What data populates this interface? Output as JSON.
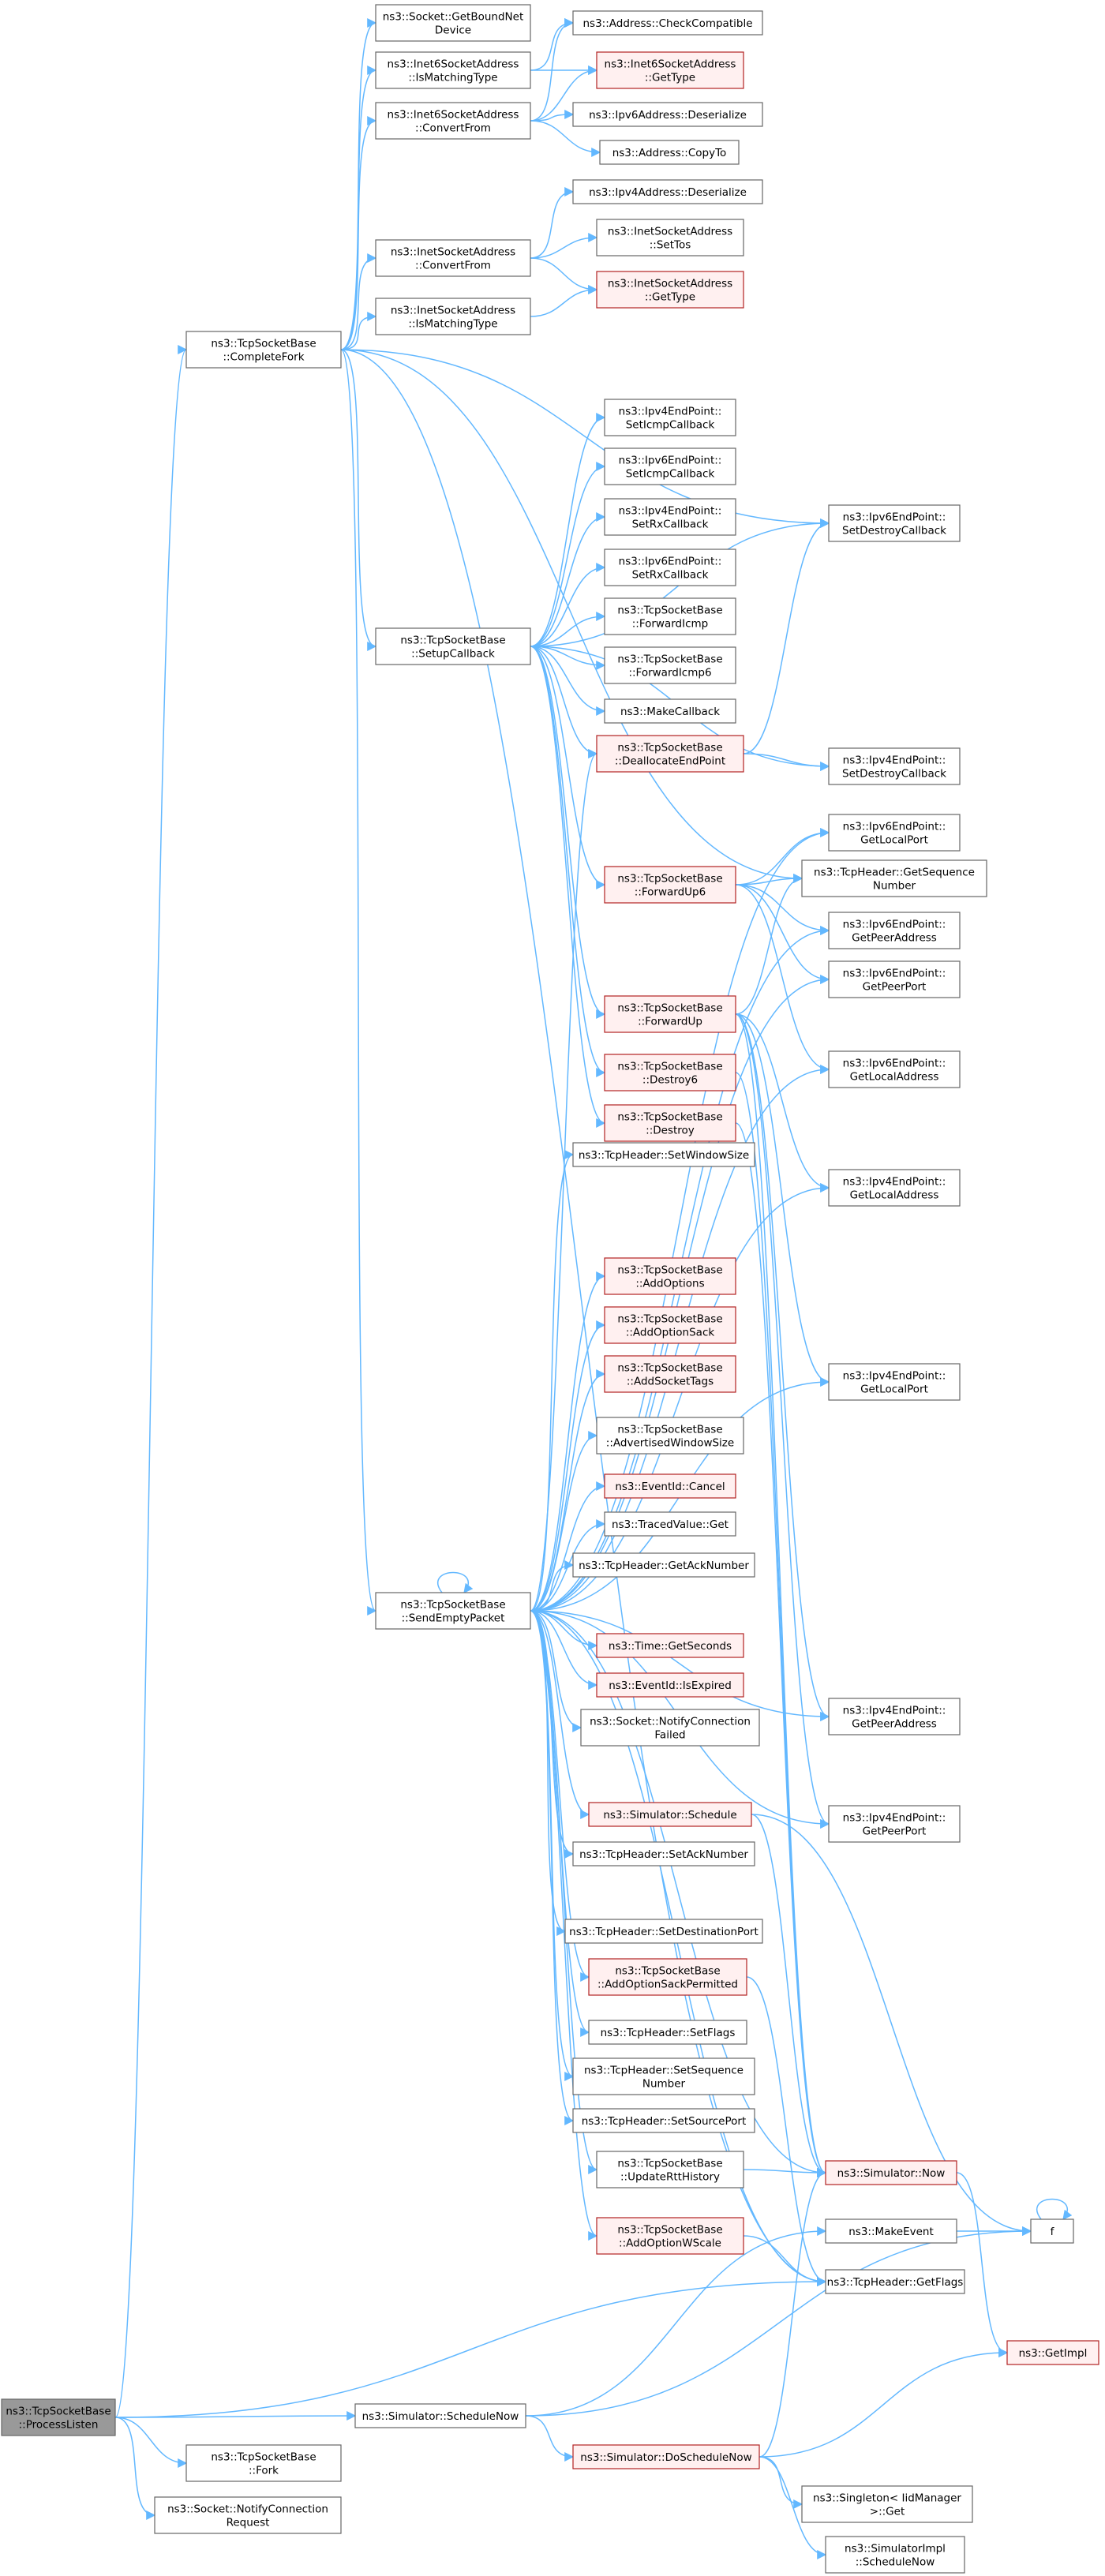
{
  "diagram": {
    "nodes": [
      {
        "id": "processListen",
        "lines": [
          "ns3::TcpSocketBase",
          "::ProcessListen"
        ],
        "style": "root",
        "interactable": true
      },
      {
        "id": "completeFork",
        "lines": [
          "ns3::TcpSocketBase",
          "::CompleteFork"
        ],
        "style": "normal",
        "interactable": true
      },
      {
        "id": "getBoundNetDevice",
        "lines": [
          "ns3::Socket::GetBoundNet",
          "Device"
        ],
        "style": "normal",
        "interactable": true
      },
      {
        "id": "inet6IsMatching",
        "lines": [
          "ns3::Inet6SocketAddress",
          "::IsMatchingType"
        ],
        "style": "normal",
        "interactable": true
      },
      {
        "id": "inet6ConvertFrom",
        "lines": [
          "ns3::Inet6SocketAddress",
          "::ConvertFrom"
        ],
        "style": "normal",
        "interactable": true
      },
      {
        "id": "inetConvertFrom",
        "lines": [
          "ns3::InetSocketAddress",
          "::ConvertFrom"
        ],
        "style": "normal",
        "interactable": true
      },
      {
        "id": "inetIsMatching",
        "lines": [
          "ns3::InetSocketAddress",
          "::IsMatchingType"
        ],
        "style": "normal",
        "interactable": true
      },
      {
        "id": "checkCompatible",
        "lines": [
          "ns3::Address::CheckCompatible"
        ],
        "style": "normal",
        "interactable": true
      },
      {
        "id": "inet6GetType",
        "lines": [
          "ns3::Inet6SocketAddress",
          "::GetType"
        ],
        "style": "red",
        "interactable": true
      },
      {
        "id": "ipv6Deserialize",
        "lines": [
          "ns3::Ipv6Address::Deserialize"
        ],
        "style": "normal",
        "interactable": true
      },
      {
        "id": "addressCopyTo",
        "lines": [
          "ns3::Address::CopyTo"
        ],
        "style": "normal",
        "interactable": true
      },
      {
        "id": "ipv4Deserialize",
        "lines": [
          "ns3::Ipv4Address::Deserialize"
        ],
        "style": "normal",
        "interactable": true
      },
      {
        "id": "inetSetTos",
        "lines": [
          "ns3::InetSocketAddress",
          "::SetTos"
        ],
        "style": "normal",
        "interactable": true
      },
      {
        "id": "inetGetType",
        "lines": [
          "ns3::InetSocketAddress",
          "::GetType"
        ],
        "style": "red",
        "interactable": true
      },
      {
        "id": "setupCallback",
        "lines": [
          "ns3::TcpSocketBase",
          "::SetupCallback"
        ],
        "style": "normal",
        "interactable": true
      },
      {
        "id": "ipv4SetIcmp",
        "lines": [
          "ns3::Ipv4EndPoint::",
          "SetIcmpCallback"
        ],
        "style": "normal",
        "interactable": true
      },
      {
        "id": "ipv6SetIcmp",
        "lines": [
          "ns3::Ipv6EndPoint::",
          "SetIcmpCallback"
        ],
        "style": "normal",
        "interactable": true
      },
      {
        "id": "ipv4SetRx",
        "lines": [
          "ns3::Ipv4EndPoint::",
          "SetRxCallback"
        ],
        "style": "normal",
        "interactable": true
      },
      {
        "id": "ipv6SetRx",
        "lines": [
          "ns3::Ipv6EndPoint::",
          "SetRxCallback"
        ],
        "style": "normal",
        "interactable": true
      },
      {
        "id": "forwardIcmp",
        "lines": [
          "ns3::TcpSocketBase",
          "::ForwardIcmp"
        ],
        "style": "normal",
        "interactable": true
      },
      {
        "id": "forwardIcmp6",
        "lines": [
          "ns3::TcpSocketBase",
          "::ForwardIcmp6"
        ],
        "style": "normal",
        "interactable": true
      },
      {
        "id": "makeCallback",
        "lines": [
          "ns3::MakeCallback"
        ],
        "style": "normal",
        "interactable": true
      },
      {
        "id": "deallocateEndPoint",
        "lines": [
          "ns3::TcpSocketBase",
          "::DeallocateEndPoint"
        ],
        "style": "red",
        "interactable": true
      },
      {
        "id": "forwardUp6",
        "lines": [
          "ns3::TcpSocketBase",
          "::ForwardUp6"
        ],
        "style": "red",
        "interactable": true
      },
      {
        "id": "forwardUp",
        "lines": [
          "ns3::TcpSocketBase",
          "::ForwardUp"
        ],
        "style": "red",
        "interactable": true
      },
      {
        "id": "destroy6",
        "lines": [
          "ns3::TcpSocketBase",
          "::Destroy6"
        ],
        "style": "red",
        "interactable": true
      },
      {
        "id": "destroy",
        "lines": [
          "ns3::TcpSocketBase",
          "::Destroy"
        ],
        "style": "red",
        "interactable": true
      },
      {
        "id": "ipv6SetDestroy",
        "lines": [
          "ns3::Ipv6EndPoint::",
          "SetDestroyCallback"
        ],
        "style": "normal",
        "interactable": true
      },
      {
        "id": "ipv4SetDestroy",
        "lines": [
          "ns3::Ipv4EndPoint::",
          "SetDestroyCallback"
        ],
        "style": "normal",
        "interactable": true
      },
      {
        "id": "ipv6GetLocalPort",
        "lines": [
          "ns3::Ipv6EndPoint::",
          "GetLocalPort"
        ],
        "style": "normal",
        "interactable": true
      },
      {
        "id": "tcpGetSequence",
        "lines": [
          "ns3::TcpHeader::GetSequence",
          "Number"
        ],
        "style": "normal",
        "interactable": true
      },
      {
        "id": "ipv6GetPeerAddress",
        "lines": [
          "ns3::Ipv6EndPoint::",
          "GetPeerAddress"
        ],
        "style": "normal",
        "interactable": true
      },
      {
        "id": "ipv6GetPeerPort",
        "lines": [
          "ns3::Ipv6EndPoint::",
          "GetPeerPort"
        ],
        "style": "normal",
        "interactable": true
      },
      {
        "id": "ipv6GetLocalAddress",
        "lines": [
          "ns3::Ipv6EndPoint::",
          "GetLocalAddress"
        ],
        "style": "normal",
        "interactable": true
      },
      {
        "id": "ipv4GetLocalAddress",
        "lines": [
          "ns3::Ipv4EndPoint::",
          "GetLocalAddress"
        ],
        "style": "normal",
        "interactable": true
      },
      {
        "id": "ipv4GetLocalPort",
        "lines": [
          "ns3::Ipv4EndPoint::",
          "GetLocalPort"
        ],
        "style": "normal",
        "interactable": true
      },
      {
        "id": "ipv4GetPeerAddress",
        "lines": [
          "ns3::Ipv4EndPoint::",
          "GetPeerAddress"
        ],
        "style": "normal",
        "interactable": true
      },
      {
        "id": "ipv4GetPeerPort",
        "lines": [
          "ns3::Ipv4EndPoint::",
          "GetPeerPort"
        ],
        "style": "normal",
        "interactable": true
      },
      {
        "id": "setWindowSize",
        "lines": [
          "ns3::TcpHeader::SetWindowSize"
        ],
        "style": "normal",
        "interactable": true
      },
      {
        "id": "addOptions",
        "lines": [
          "ns3::TcpSocketBase",
          "::AddOptions"
        ],
        "style": "red",
        "interactable": true
      },
      {
        "id": "addOptionSack",
        "lines": [
          "ns3::TcpSocketBase",
          "::AddOptionSack"
        ],
        "style": "red",
        "interactable": true
      },
      {
        "id": "addSocketTags",
        "lines": [
          "ns3::TcpSocketBase",
          "::AddSocketTags"
        ],
        "style": "red",
        "interactable": true
      },
      {
        "id": "advertisedWindowSize",
        "lines": [
          "ns3::TcpSocketBase",
          "::AdvertisedWindowSize"
        ],
        "style": "normal",
        "interactable": true
      },
      {
        "id": "eventCancel",
        "lines": [
          "ns3::EventId::Cancel"
        ],
        "style": "red",
        "interactable": true
      },
      {
        "id": "tracedGet",
        "lines": [
          "ns3::TracedValue::Get"
        ],
        "style": "normal",
        "interactable": true
      },
      {
        "id": "getAckNumber",
        "lines": [
          "ns3::TcpHeader::GetAckNumber"
        ],
        "style": "normal",
        "interactable": true
      },
      {
        "id": "sendEmptyPacket",
        "lines": [
          "ns3::TcpSocketBase",
          "::SendEmptyPacket"
        ],
        "style": "normal",
        "interactable": true
      },
      {
        "id": "timeGetSeconds",
        "lines": [
          "ns3::Time::GetSeconds"
        ],
        "style": "red",
        "interactable": true
      },
      {
        "id": "eventIsExpired",
        "lines": [
          "ns3::EventId::IsExpired"
        ],
        "style": "red",
        "interactable": true
      },
      {
        "id": "notifyConnFailed",
        "lines": [
          "ns3::Socket::NotifyConnection",
          "Failed"
        ],
        "style": "normal",
        "interactable": true
      },
      {
        "id": "simSchedule",
        "lines": [
          "ns3::Simulator::Schedule"
        ],
        "style": "red",
        "interactable": true
      },
      {
        "id": "setAckNumber",
        "lines": [
          "ns3::TcpHeader::SetAckNumber"
        ],
        "style": "normal",
        "interactable": true
      },
      {
        "id": "setDestPort",
        "lines": [
          "ns3::TcpHeader::SetDestinationPort"
        ],
        "style": "normal",
        "interactable": true
      },
      {
        "id": "addOptionSackPermitted",
        "lines": [
          "ns3::TcpSocketBase",
          "::AddOptionSackPermitted"
        ],
        "style": "red",
        "interactable": true
      },
      {
        "id": "setFlags",
        "lines": [
          "ns3::TcpHeader::SetFlags"
        ],
        "style": "normal",
        "interactable": true
      },
      {
        "id": "setSequence",
        "lines": [
          "ns3::TcpHeader::SetSequence",
          "Number"
        ],
        "style": "normal",
        "interactable": true
      },
      {
        "id": "setSourcePort",
        "lines": [
          "ns3::TcpHeader::SetSourcePort"
        ],
        "style": "normal",
        "interactable": true
      },
      {
        "id": "updateRttHistory",
        "lines": [
          "ns3::TcpSocketBase",
          "::UpdateRttHistory"
        ],
        "style": "normal",
        "interactable": true
      },
      {
        "id": "addOptionWScale",
        "lines": [
          "ns3::TcpSocketBase",
          "::AddOptionWScale"
        ],
        "style": "red",
        "interactable": true
      },
      {
        "id": "simNow",
        "lines": [
          "ns3::Simulator::Now"
        ],
        "style": "red",
        "interactable": true
      },
      {
        "id": "makeEvent",
        "lines": [
          "ns3::MakeEvent"
        ],
        "style": "normal",
        "interactable": true
      },
      {
        "id": "getFlags",
        "lines": [
          "ns3::TcpHeader::GetFlags"
        ],
        "style": "normal",
        "interactable": true
      },
      {
        "id": "f",
        "lines": [
          "f"
        ],
        "style": "normal",
        "interactable": true
      },
      {
        "id": "getImpl",
        "lines": [
          "ns3::GetImpl"
        ],
        "style": "red",
        "interactable": true
      },
      {
        "id": "scheduleNow",
        "lines": [
          "ns3::Simulator::ScheduleNow"
        ],
        "style": "normal",
        "interactable": true
      },
      {
        "id": "fork",
        "lines": [
          "ns3::TcpSocketBase",
          "::Fork"
        ],
        "style": "normal",
        "interactable": true
      },
      {
        "id": "notifyConnRequest",
        "lines": [
          "ns3::Socket::NotifyConnection",
          "Request"
        ],
        "style": "normal",
        "interactable": true
      },
      {
        "id": "doScheduleNow",
        "lines": [
          "ns3::Simulator::DoScheduleNow"
        ],
        "style": "red",
        "interactable": true
      },
      {
        "id": "singletonGet",
        "lines": [
          "ns3::Singleton< IidManager",
          ">::Get"
        ],
        "style": "normal",
        "interactable": true
      },
      {
        "id": "simImplScheduleNow",
        "lines": [
          "ns3::SimulatorImpl",
          "::ScheduleNow"
        ],
        "style": "normal",
        "interactable": true
      }
    ],
    "edges": [
      [
        "processListen",
        "completeFork"
      ],
      [
        "processListen",
        "scheduleNow"
      ],
      [
        "processListen",
        "fork"
      ],
      [
        "processListen",
        "notifyConnRequest"
      ],
      [
        "processListen",
        "getFlags"
      ],
      [
        "completeFork",
        "getBoundNetDevice"
      ],
      [
        "completeFork",
        "inet6IsMatching"
      ],
      [
        "completeFork",
        "inet6ConvertFrom"
      ],
      [
        "completeFork",
        "inetConvertFrom"
      ],
      [
        "completeFork",
        "inetIsMatching"
      ],
      [
        "completeFork",
        "setupCallback"
      ],
      [
        "completeFork",
        "sendEmptyPacket"
      ],
      [
        "completeFork",
        "ipv6SetDestroy"
      ],
      [
        "completeFork",
        "tcpGetSequence"
      ],
      [
        "completeFork",
        "getFlags"
      ],
      [
        "inet6IsMatching",
        "checkCompatible"
      ],
      [
        "inet6IsMatching",
        "inet6GetType"
      ],
      [
        "inet6ConvertFrom",
        "checkCompatible"
      ],
      [
        "inet6ConvertFrom",
        "inet6GetType"
      ],
      [
        "inet6ConvertFrom",
        "ipv6Deserialize"
      ],
      [
        "inet6ConvertFrom",
        "addressCopyTo"
      ],
      [
        "inetConvertFrom",
        "ipv4Deserialize"
      ],
      [
        "inetConvertFrom",
        "inetSetTos"
      ],
      [
        "inetConvertFrom",
        "inetGetType"
      ],
      [
        "inetIsMatching",
        "inetGetType"
      ],
      [
        "setupCallback",
        "ipv4SetIcmp"
      ],
      [
        "setupCallback",
        "ipv6SetIcmp"
      ],
      [
        "setupCallback",
        "ipv4SetRx"
      ],
      [
        "setupCallback",
        "ipv6SetRx"
      ],
      [
        "setupCallback",
        "forwardIcmp"
      ],
      [
        "setupCallback",
        "forwardIcmp6"
      ],
      [
        "setupCallback",
        "makeCallback"
      ],
      [
        "setupCallback",
        "deallocateEndPoint"
      ],
      [
        "setupCallback",
        "forwardUp6"
      ],
      [
        "setupCallback",
        "forwardUp"
      ],
      [
        "setupCallback",
        "destroy6"
      ],
      [
        "setupCallback",
        "destroy"
      ],
      [
        "setupCallback",
        "ipv6SetDestroy"
      ],
      [
        "setupCallback",
        "ipv4SetDestroy"
      ],
      [
        "deallocateEndPoint",
        "ipv6SetDestroy"
      ],
      [
        "deallocateEndPoint",
        "ipv4SetDestroy"
      ],
      [
        "forwardUp6",
        "ipv6GetLocalPort"
      ],
      [
        "forwardUp6",
        "tcpGetSequence"
      ],
      [
        "forwardUp6",
        "ipv6GetPeerAddress"
      ],
      [
        "forwardUp6",
        "ipv6GetPeerPort"
      ],
      [
        "forwardUp6",
        "ipv6GetLocalAddress"
      ],
      [
        "forwardUp",
        "tcpGetSequence"
      ],
      [
        "forwardUp",
        "ipv4GetLocalAddress"
      ],
      [
        "forwardUp",
        "ipv4GetLocalPort"
      ],
      [
        "forwardUp",
        "ipv4GetPeerAddress"
      ],
      [
        "forwardUp",
        "ipv4GetPeerPort"
      ],
      [
        "forwardUp",
        "simNow"
      ],
      [
        "destroy6",
        "simNow"
      ],
      [
        "destroy",
        "simNow"
      ],
      [
        "sendEmptyPacket",
        "sendEmptyPacket"
      ],
      [
        "sendEmptyPacket",
        "deallocateEndPoint"
      ],
      [
        "sendEmptyPacket",
        "ipv6GetLocalPort"
      ],
      [
        "sendEmptyPacket",
        "ipv6GetPeerAddress"
      ],
      [
        "sendEmptyPacket",
        "ipv6GetPeerPort"
      ],
      [
        "sendEmptyPacket",
        "ipv6GetLocalAddress"
      ],
      [
        "sendEmptyPacket",
        "ipv4GetLocalAddress"
      ],
      [
        "sendEmptyPacket",
        "ipv4GetLocalPort"
      ],
      [
        "sendEmptyPacket",
        "ipv4GetPeerAddress"
      ],
      [
        "sendEmptyPacket",
        "ipv4GetPeerPort"
      ],
      [
        "sendEmptyPacket",
        "setWindowSize"
      ],
      [
        "sendEmptyPacket",
        "addOptions"
      ],
      [
        "sendEmptyPacket",
        "addOptionSack"
      ],
      [
        "sendEmptyPacket",
        "addSocketTags"
      ],
      [
        "sendEmptyPacket",
        "advertisedWindowSize"
      ],
      [
        "sendEmptyPacket",
        "eventCancel"
      ],
      [
        "sendEmptyPacket",
        "tracedGet"
      ],
      [
        "sendEmptyPacket",
        "getAckNumber"
      ],
      [
        "sendEmptyPacket",
        "timeGetSeconds"
      ],
      [
        "sendEmptyPacket",
        "eventIsExpired"
      ],
      [
        "sendEmptyPacket",
        "notifyConnFailed"
      ],
      [
        "sendEmptyPacket",
        "simSchedule"
      ],
      [
        "sendEmptyPacket",
        "setAckNumber"
      ],
      [
        "sendEmptyPacket",
        "setDestPort"
      ],
      [
        "sendEmptyPacket",
        "addOptionSackPermitted"
      ],
      [
        "sendEmptyPacket",
        "setFlags"
      ],
      [
        "sendEmptyPacket",
        "setSequence"
      ],
      [
        "sendEmptyPacket",
        "setSourcePort"
      ],
      [
        "sendEmptyPacket",
        "updateRttHistory"
      ],
      [
        "sendEmptyPacket",
        "addOptionWScale"
      ],
      [
        "sendEmptyPacket",
        "simNow"
      ],
      [
        "sendEmptyPacket",
        "getFlags"
      ],
      [
        "simSchedule",
        "simNow"
      ],
      [
        "simSchedule",
        "f"
      ],
      [
        "addOptionSackPermitted",
        "getFlags"
      ],
      [
        "updateRttHistory",
        "simNow"
      ],
      [
        "addOptionWScale",
        "getFlags"
      ],
      [
        "simNow",
        "getImpl"
      ],
      [
        "makeEvent",
        "f"
      ],
      [
        "f",
        "f"
      ],
      [
        "scheduleNow",
        "makeEvent"
      ],
      [
        "scheduleNow",
        "doScheduleNow"
      ],
      [
        "scheduleNow",
        "f"
      ],
      [
        "doScheduleNow",
        "simNow"
      ],
      [
        "doScheduleNow",
        "getImpl"
      ],
      [
        "doScheduleNow",
        "singletonGet"
      ],
      [
        "doScheduleNow",
        "simImplScheduleNow"
      ]
    ]
  }
}
